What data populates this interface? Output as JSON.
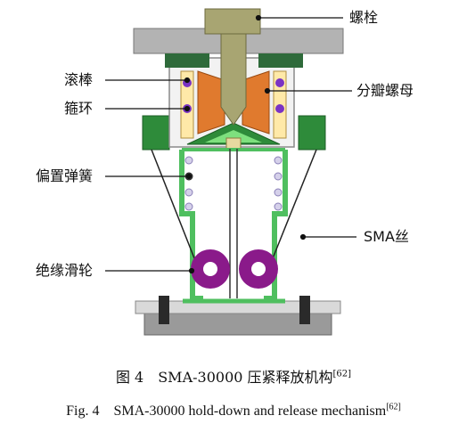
{
  "labels": {
    "bolt": "螺栓",
    "roller": "滚棒",
    "hoop": "箍环",
    "split_nut": "分瓣螺母",
    "bias_spring": "偏置弹簧",
    "sma_wire": "SMA丝",
    "insulated_pulley": "绝缘滑轮"
  },
  "caption": {
    "cn_main": "图 4　SMA-30000 压紧释放机构",
    "cn_ref": "[62]",
    "en_main": "Fig. 4　SMA-30000 hold-down and release mechanism",
    "en_ref": "[62]"
  },
  "colors": {
    "bolt": "#a8a572",
    "plate": "#b3b3b3",
    "split_nut": "#e07a2e",
    "green": "#2e8b3a",
    "frame_green": "#79d98a",
    "pulley": "#8a1a8a",
    "roller": "#7a33c4",
    "base_dark": "#555555"
  }
}
